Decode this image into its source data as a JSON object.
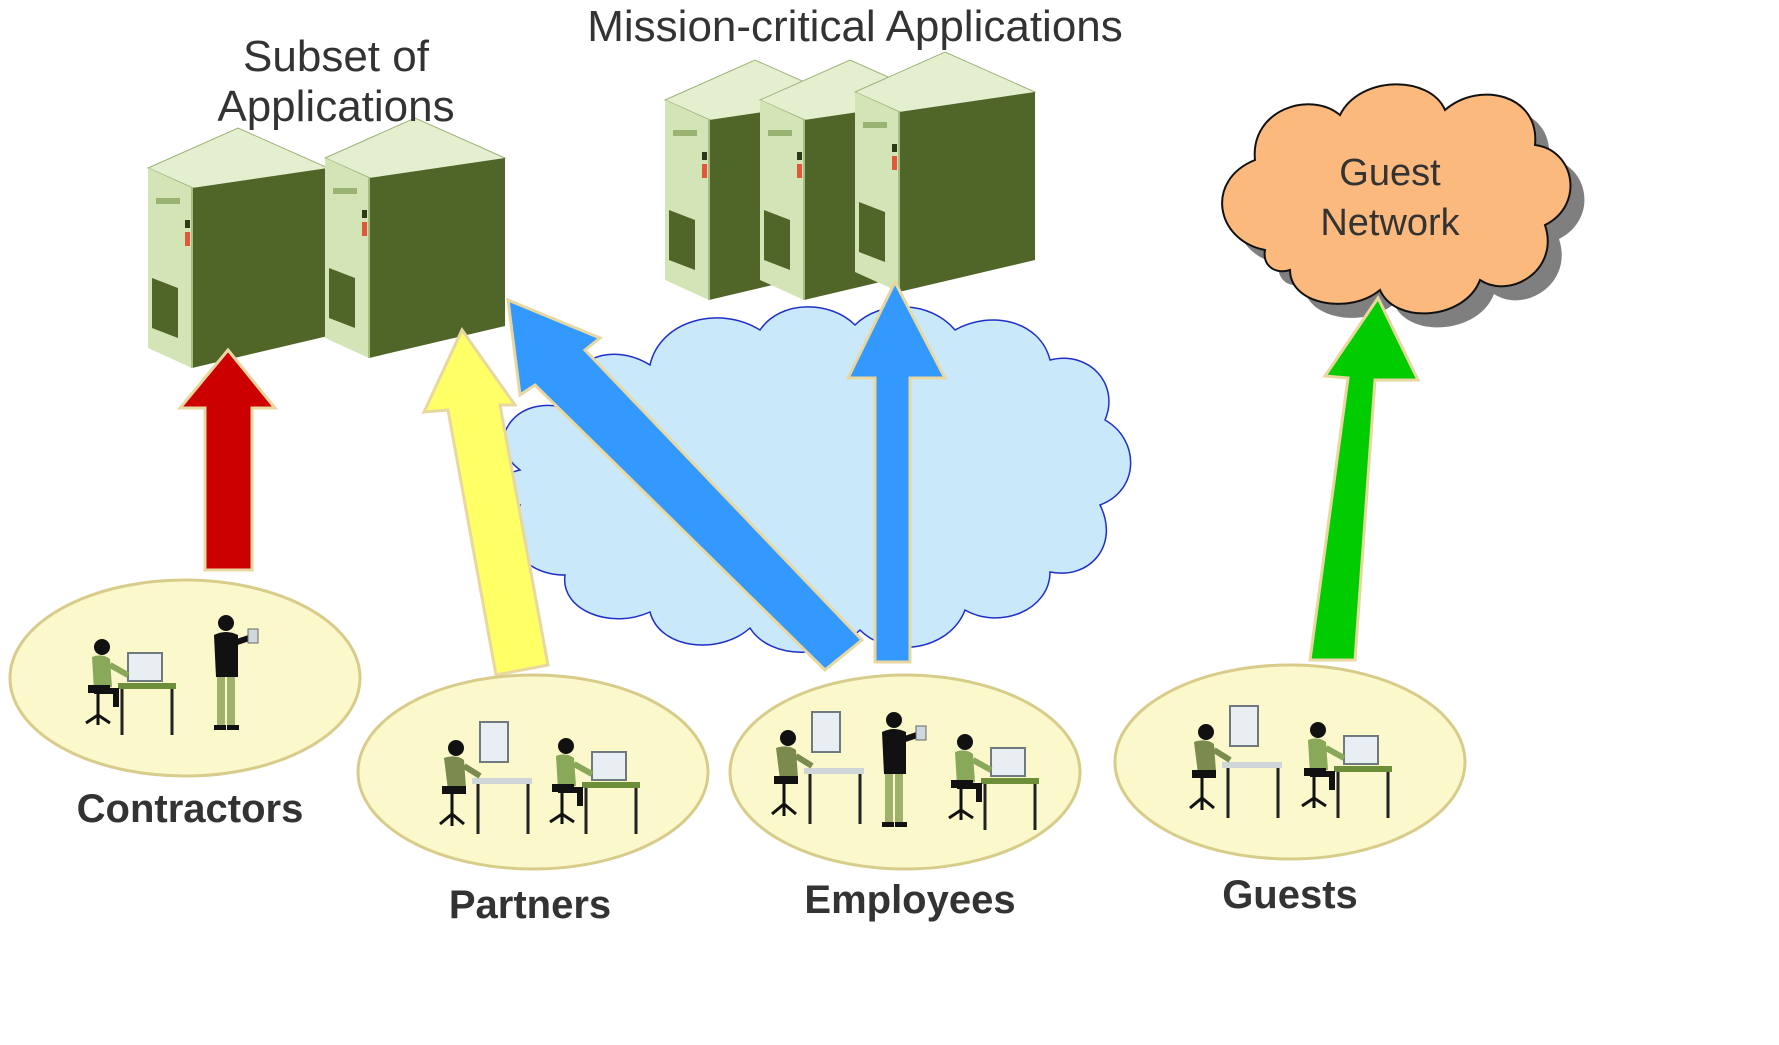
{
  "labels": {
    "subset_apps": "Subset of\nApplications",
    "mission_critical": "Mission-critical Applications",
    "guest_network": "Guest\nNetwork"
  },
  "groups": [
    {
      "id": "contractors",
      "label": "Contractors",
      "arrow_color": "#cc0000",
      "target": "subset_apps"
    },
    {
      "id": "partners",
      "label": "Partners",
      "arrow_color": "#ffff66",
      "target": "subset_apps"
    },
    {
      "id": "employees",
      "label": "Employees",
      "arrow_color": "#3399ff",
      "target": "mission_critical"
    },
    {
      "id": "guests",
      "label": "Guests",
      "arrow_color": "#00cc00",
      "target": "guest_network"
    }
  ],
  "colors": {
    "server_dark": "#4f6628",
    "server_light": "#d3e4b6",
    "group_ellipse": "#fbf8cc",
    "group_ellipse_stroke": "#d8cc8a",
    "network_cloud": "#c9e9fb",
    "network_cloud_stroke": "#1f2fc8",
    "guest_cloud": "#fbb97e",
    "guest_cloud_shadow": "#7f7f7f"
  },
  "icons": {
    "server": "server-icon",
    "desk_user": "desk-user-icon",
    "standing_user": "standing-user-icon",
    "cloud": "cloud-icon"
  }
}
